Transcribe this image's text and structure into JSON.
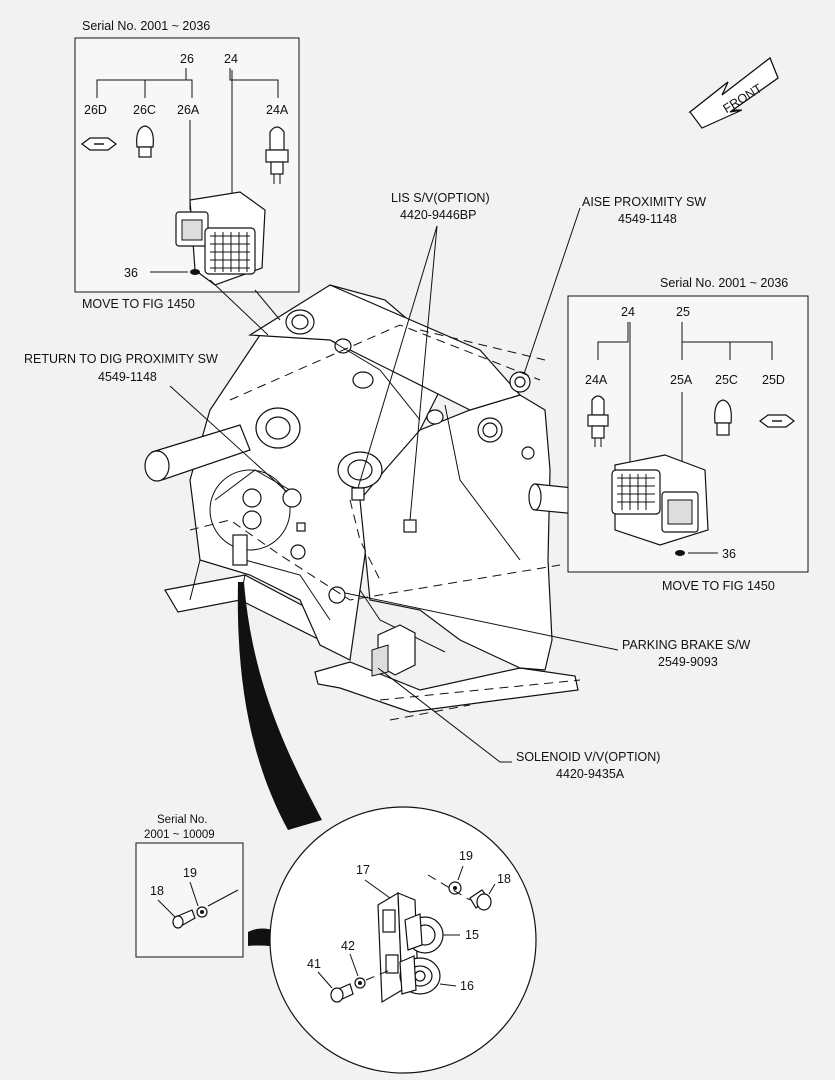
{
  "inset_top_left": {
    "serial": "Serial No. 2001 ~ 2036",
    "part_26": "26",
    "part_24": "24",
    "part_26d": "26D",
    "part_26c": "26C",
    "part_26a": "26A",
    "part_24a": "24A",
    "part_36": "36",
    "move_to": "MOVE TO FIG 1450"
  },
  "inset_right": {
    "serial": "Serial No. 2001 ~ 2036",
    "part_24": "24",
    "part_25": "25",
    "part_24a": "24A",
    "part_25a": "25A",
    "part_25c": "25C",
    "part_25d": "25D",
    "part_36": "36",
    "move_to": "MOVE TO FIG 1450"
  },
  "front_arrow": {
    "label": "FRONT"
  },
  "callouts": {
    "lis_sv_name": "LIS S/V(OPTION)",
    "lis_sv_part": "4420-9446BP",
    "aise_name": "AISE PROXIMITY SW",
    "aise_part": "4549-1148",
    "return_dig_name": "RETURN TO DIG PROXIMITY SW",
    "return_dig_part": "4549-1148",
    "parking_brake_name": "PARKING BRAKE S/W",
    "parking_brake_part": "2549-9093",
    "solenoid_name": "SOLENOID V/V(OPTION)",
    "solenoid_part": "4420-9435A"
  },
  "inset_bottom_left": {
    "serial_line1": "Serial No.",
    "serial_line2": "2001 ~ 10009",
    "part_18": "18",
    "part_19": "19"
  },
  "detail_circle": {
    "part_17": "17",
    "part_19": "19",
    "part_18": "18",
    "part_15": "15",
    "part_42": "42",
    "part_41": "41",
    "part_16": "16"
  }
}
